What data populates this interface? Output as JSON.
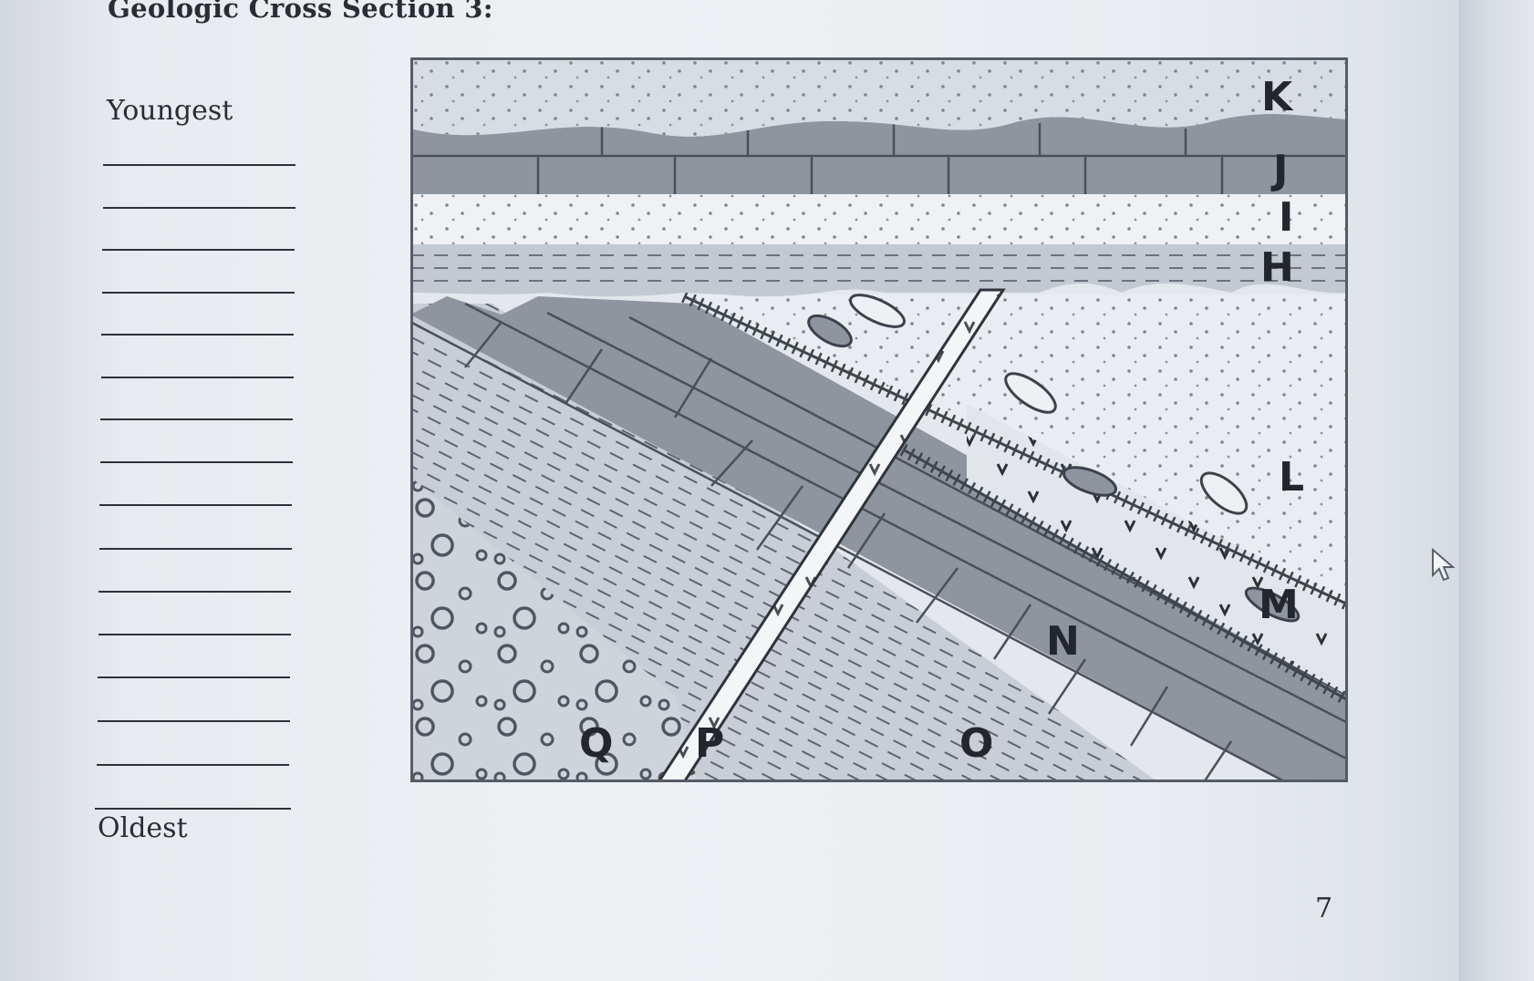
{
  "worksheet": {
    "title": "Geologic Cross Section 3:",
    "youngest_label": "Youngest",
    "oldest_label": "Oldest",
    "answer_blank_count": 16,
    "page_number": "7"
  },
  "cross_section": {
    "layer_labels": {
      "K": "K",
      "J": "J",
      "I": "I",
      "H": "H",
      "L": "L",
      "M": "M",
      "N": "N",
      "O": "O",
      "P": "P",
      "Q": "Q"
    }
  }
}
